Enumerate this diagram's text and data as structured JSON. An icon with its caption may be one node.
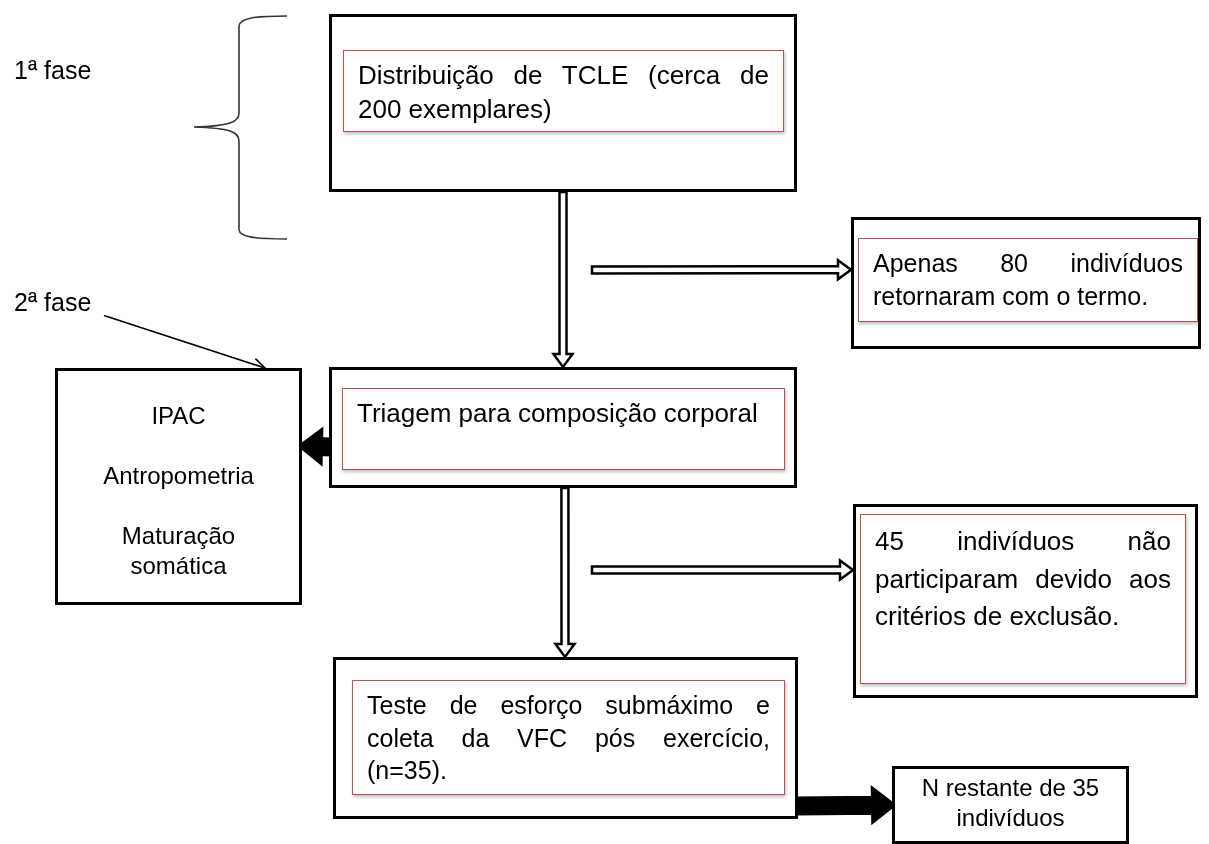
{
  "diagram": {
    "nodes": [
      {
        "text": [],
        "shape": "box"
      },
      {
        "text": [
          "Distribuição de TCLE (cerca de 200 exemplares)"
        ],
        "in": 0
      },
      {
        "text": [],
        "shape": "box"
      },
      {
        "text": [
          "Apenas 80 indivíduos retornaram com o termo."
        ],
        "in": 2
      },
      {
        "text": [
          "2ª fase"
        ]
      },
      {
        "text": [
          "IPAC",
          "Antropometria",
          "Maturação somática"
        ]
      },
      {
        "text": [],
        "shape": "box"
      },
      {
        "text": [
          "Triagem para composição corporal"
        ],
        "in": 6
      },
      {
        "text": [],
        "shape": "box"
      },
      {
        "text": [
          "45 indivíduos não participaram devido aos critérios de exclusão."
        ],
        "in": 8
      },
      {
        "text": [],
        "shape": "box"
      },
      {
        "text": [
          "Teste de esforço submáximo e coleta da VFC pós exercício, (n=35)."
        ],
        "in": 10
      },
      {
        "text": [
          "N restante de 35 indivíduos"
        ]
      }
    ],
    "edges": [
      {
        "from": 0,
        "to": 6,
        "arrow": "to"
      },
      {
        "from": null,
        "to": 2,
        "arrow": "to"
      },
      {
        "from": 4,
        "to": 5,
        "arrow": "to"
      },
      {
        "from": 6,
        "to": 5,
        "arrow": "to",
        "style": "thick"
      },
      {
        "from": 6,
        "to": 10,
        "arrow": "to"
      },
      {
        "from": null,
        "to": 8,
        "arrow": "to"
      },
      {
        "from": 10,
        "to": 12,
        "arrow": "to",
        "style": "thick"
      }
    ],
    "labels": [
      "1ª fase"
    ]
  }
}
